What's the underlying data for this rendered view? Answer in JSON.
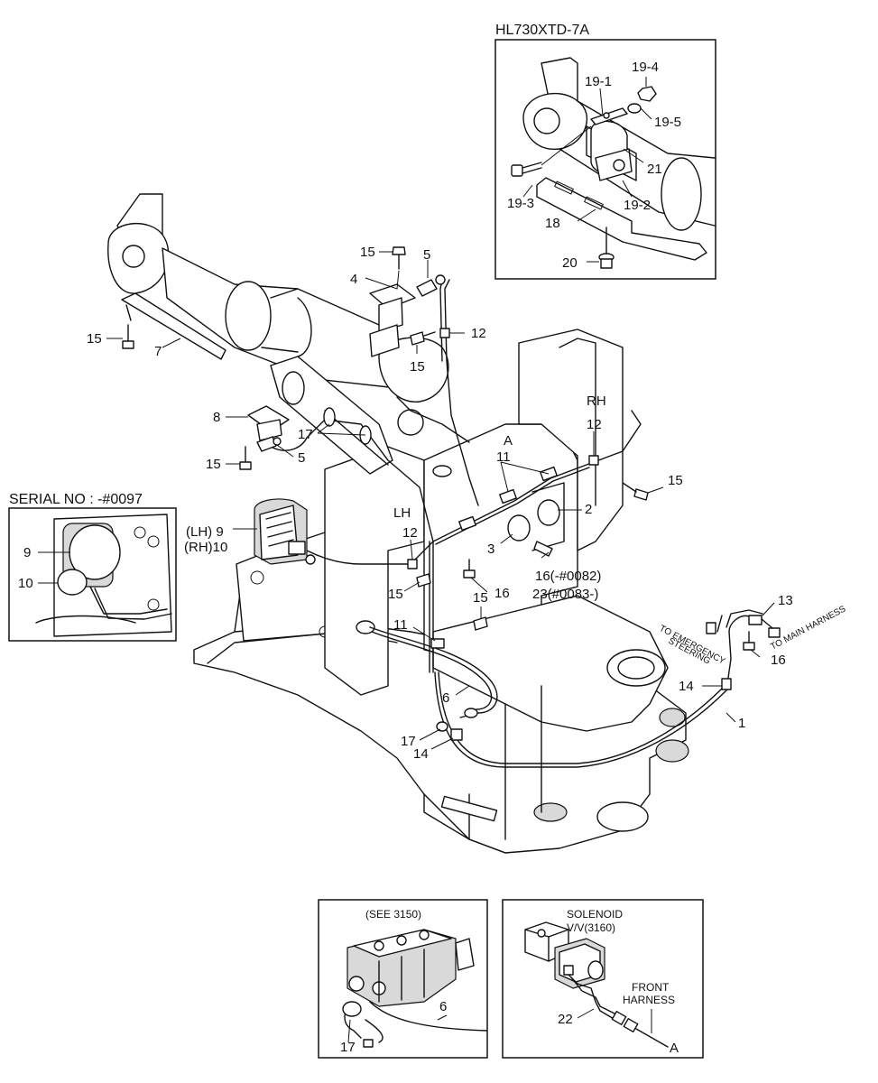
{
  "insets": {
    "top_right_title": "HL730XTD-7A",
    "left_title": "SERIAL NO : -#0097",
    "bottom_left_note": "(SEE 3150)",
    "bottom_right_note_1": "SOLENOID",
    "bottom_right_note_2": "V/V(3160)",
    "bottom_right_note_3": "FRONT",
    "bottom_right_note_4": "HARNESS"
  },
  "side_labels": {
    "rh": "RH",
    "lh": "LH",
    "lh9": "(LH) 9",
    "rh10": "(RH)10",
    "to_emergency_1": "TO EMERGENCY",
    "to_emergency_2": "STEERING",
    "to_main": "TO MAIN HARNESS",
    "ref_a1": "A",
    "ref_a2": "A"
  },
  "callouts": {
    "c19_1": "19-1",
    "c19_2": "19-2",
    "c19_3": "19-3",
    "c19_4": "19-4",
    "c19_5": "19-5",
    "c21": "21",
    "c18": "18",
    "c20": "20",
    "c15a": "15",
    "c5a": "5",
    "c4": "4",
    "c15b": "15",
    "c7": "7",
    "c12a": "12",
    "c15c": "15",
    "c8": "8",
    "c17a": "17",
    "c15d": "15",
    "c5b": "5",
    "c12b": "12",
    "c15e": "15",
    "c11a": "11",
    "c2": "2",
    "c3": "3",
    "c16a": "16(-#0082)",
    "c23": "23(#0083-)",
    "c12c": "12",
    "c15f": "15",
    "c16b": "16",
    "c15g": "15",
    "c9": "9",
    "c10": "10",
    "c11b": "11",
    "c6a": "6",
    "c17b": "17",
    "c14a": "14",
    "c13": "13",
    "c16c": "16",
    "c14b": "14",
    "c1": "1",
    "c6b": "6",
    "c17c": "17",
    "c22": "22"
  }
}
